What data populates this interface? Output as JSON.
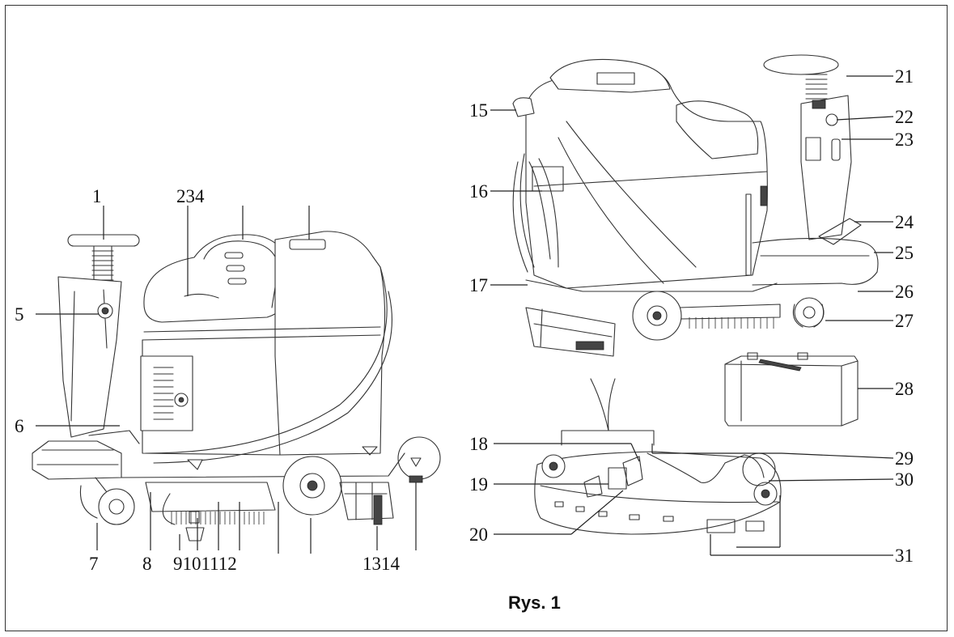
{
  "figure": {
    "caption": "Rys. 1",
    "labels": {
      "l1": "1",
      "l234": "234",
      "l5": "5",
      "l6": "6",
      "l7": "7",
      "l8": "8",
      "l9101112": "9101112",
      "l1314": "1314",
      "l15": "15",
      "l16": "16",
      "l17": "17",
      "l18": "18",
      "l19": "19",
      "l20": "20",
      "l21": "21",
      "l22": "22",
      "l23": "23",
      "l24": "24",
      "l25": "25",
      "l26": "26",
      "l27": "27",
      "l28": "28",
      "l29": "29",
      "l30": "30",
      "l31": "31"
    }
  }
}
